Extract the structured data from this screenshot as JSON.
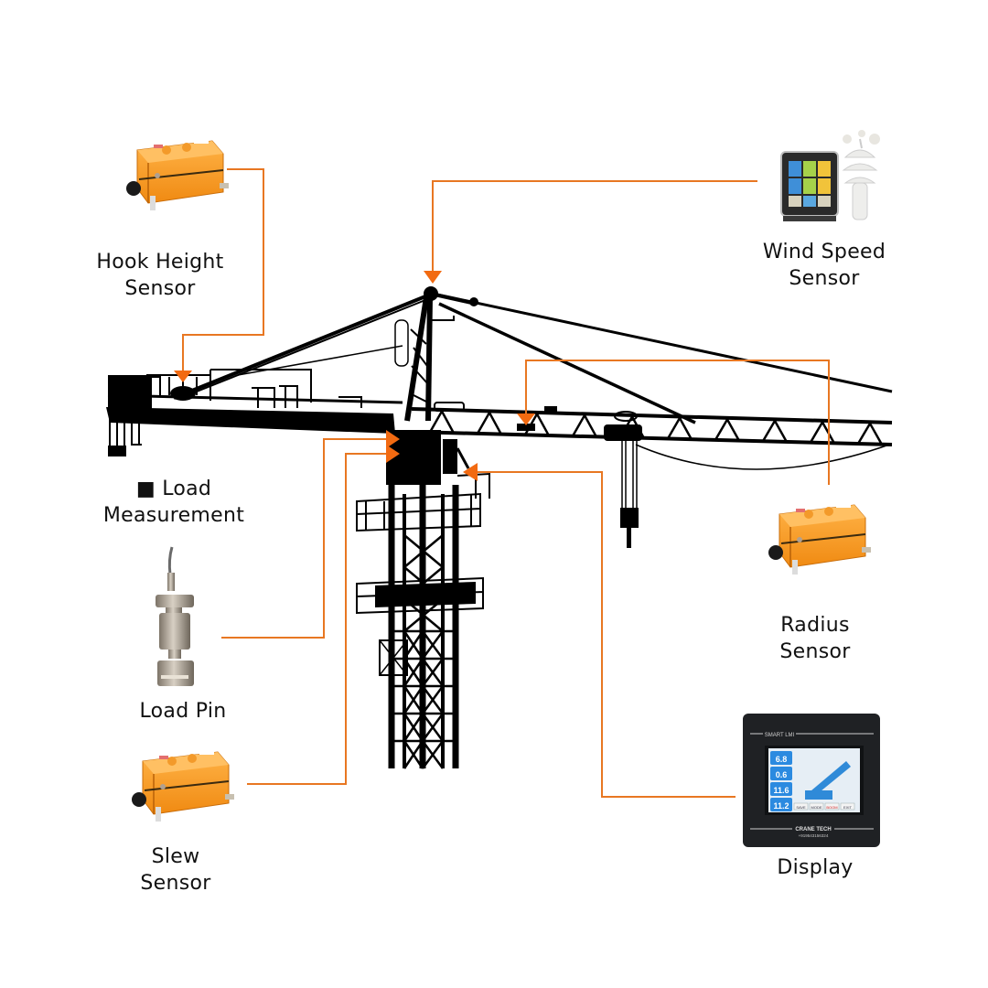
{
  "diagram": {
    "title": "Tower Crane Safety Sensor System",
    "accent_color": "#e87722",
    "arrow_color": "#f26a11",
    "components": [
      {
        "id": "hook-height-sensor",
        "lines": [
          "Hook Height",
          "Sensor"
        ],
        "icon": "orange-rotary-limit-switch"
      },
      {
        "id": "wind-speed-sensor",
        "lines": [
          "Wind Speed",
          "Sensor"
        ],
        "icon": "weather-station-anemometer"
      },
      {
        "id": "load-measurement",
        "lines": [
          "■ Load",
          "Measurement"
        ],
        "icon": ""
      },
      {
        "id": "load-pin",
        "lines": [
          "Load Pin"
        ],
        "icon": "load-pin-cell"
      },
      {
        "id": "radius-sensor",
        "lines": [
          "Radius",
          "Sensor"
        ],
        "icon": "orange-rotary-limit-switch"
      },
      {
        "id": "slew-sensor",
        "lines": [
          "Slew",
          "Sensor"
        ],
        "icon": "orange-rotary-limit-switch"
      },
      {
        "id": "display",
        "lines": [
          "Display"
        ],
        "icon": "lmi-display-panel"
      }
    ],
    "display_panel": {
      "header": "SMART LMI",
      "brand": "CRANE TECH",
      "phone": "+919543156324",
      "readings": [
        "6.8",
        "0.6",
        "11.6",
        "11.2"
      ],
      "buttons": [
        "SAVE",
        "MODE",
        "BOOM",
        "EXIT"
      ]
    }
  }
}
